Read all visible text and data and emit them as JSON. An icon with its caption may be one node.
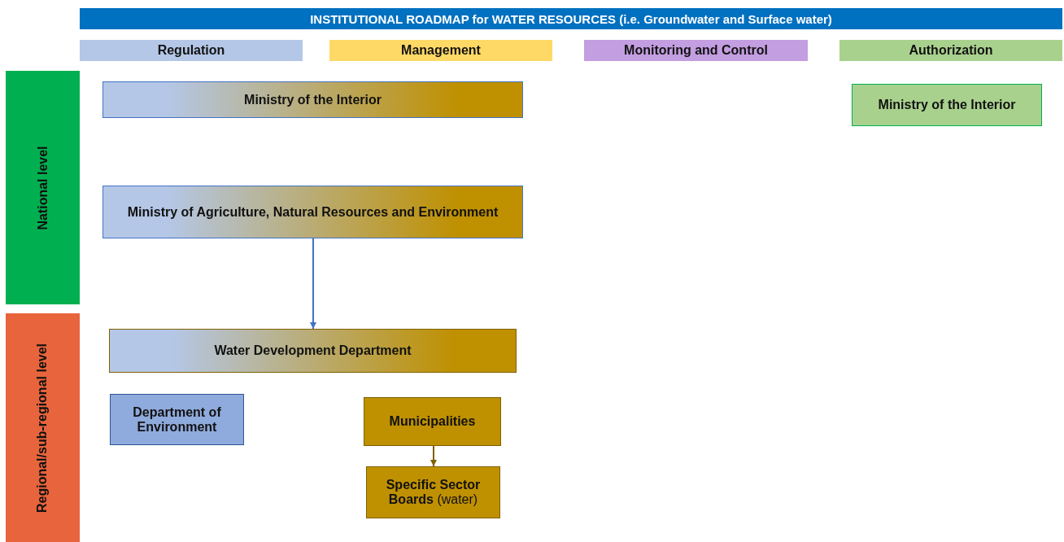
{
  "diagram": {
    "title": "INSTITUTIONAL ROADMAP for WATER RESOURCES (i.e. Groundwater and Surface water)",
    "nodes": [
      {
        "text": [
          "Regulation"
        ]
      },
      {
        "text": [
          "Management"
        ]
      },
      {
        "text": [
          "Monitoring and Control"
        ]
      },
      {
        "text": [
          "Authorization"
        ]
      },
      {
        "text": [
          "National level"
        ]
      },
      {
        "text": [
          "Regional/sub-regional level"
        ]
      },
      {
        "text": [
          "Ministry of the Interior"
        ]
      },
      {
        "text": [
          "Ministry of the Interior"
        ]
      },
      {
        "text": [
          "Ministry of Agriculture, Natural Resources and Environment"
        ]
      },
      {
        "text": [
          "Water Development Department"
        ]
      },
      {
        "text": [
          "Department of Environment"
        ]
      },
      {
        "text": [
          "Municipalities"
        ]
      },
      {
        "text": [
          "**Specific Sector Boards** (water)"
        ]
      }
    ],
    "edges": [
      {
        "from": 8,
        "to": 9,
        "arrow": "to",
        "color": "#4472c4"
      },
      {
        "from": 11,
        "to": 12,
        "arrow": "to",
        "color": "#7f6000"
      }
    ]
  }
}
